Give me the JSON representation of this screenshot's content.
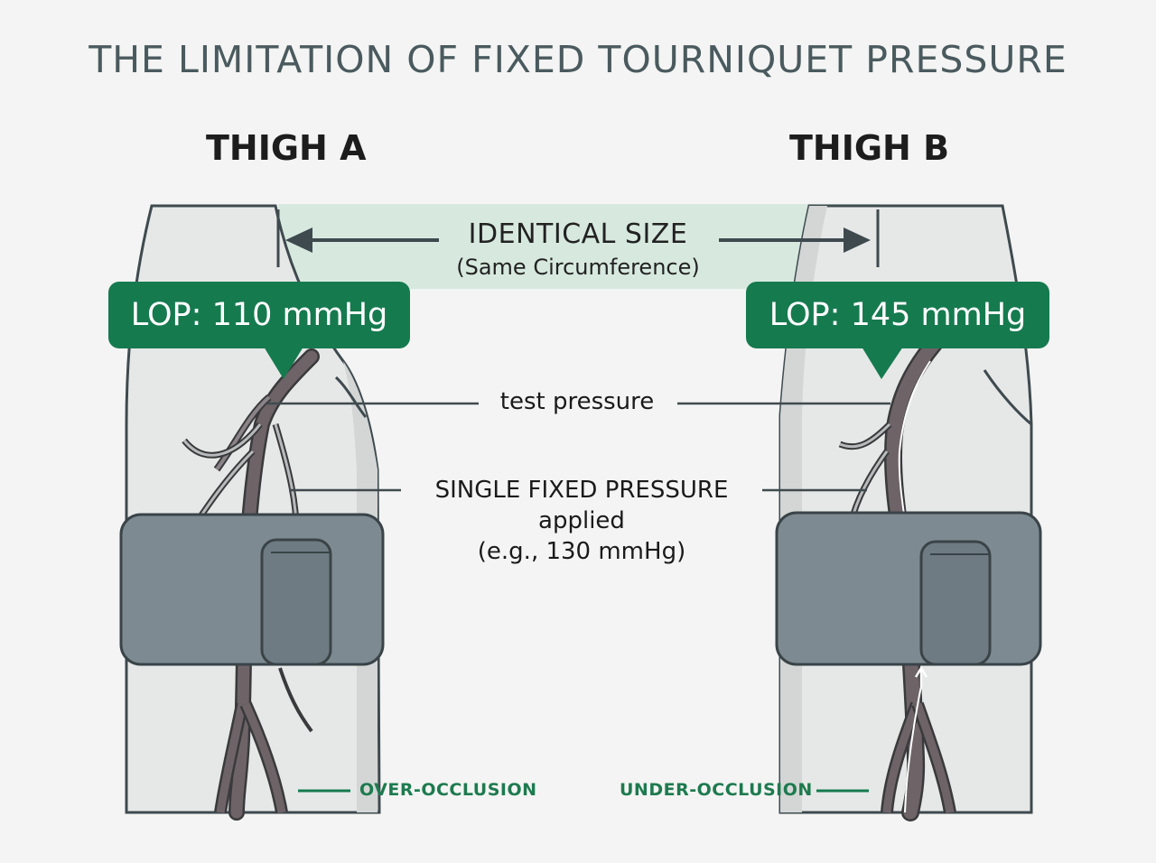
{
  "title": "THE LIMITATION OF FIXED TOURNIQUET PRESSURE",
  "thigh_a": {
    "label": "THIGH A",
    "lop": "LOP: 110 mmHg",
    "occlusion": "OVER-OCCLUSION"
  },
  "thigh_b": {
    "label": "THIGH B",
    "lop": "LOP: 145 mmHg",
    "occlusion": "UNDER-OCCLUSION"
  },
  "size_band": {
    "title": "IDENTICAL SIZE",
    "subtitle": "(Same Circumference)"
  },
  "test_pressure": "test pressure",
  "fixed_pressure": {
    "line1": "SINGLE FIXED PRESSURE",
    "line2": "applied",
    "line3": "(e.g., 130 mmHg)"
  },
  "colors": {
    "accent_green": "#167a4f",
    "band_green": "#d7e9df",
    "cuff_gray": "#7d8a91",
    "vessel": "#6e6468",
    "skin": "#e6e8e7"
  }
}
